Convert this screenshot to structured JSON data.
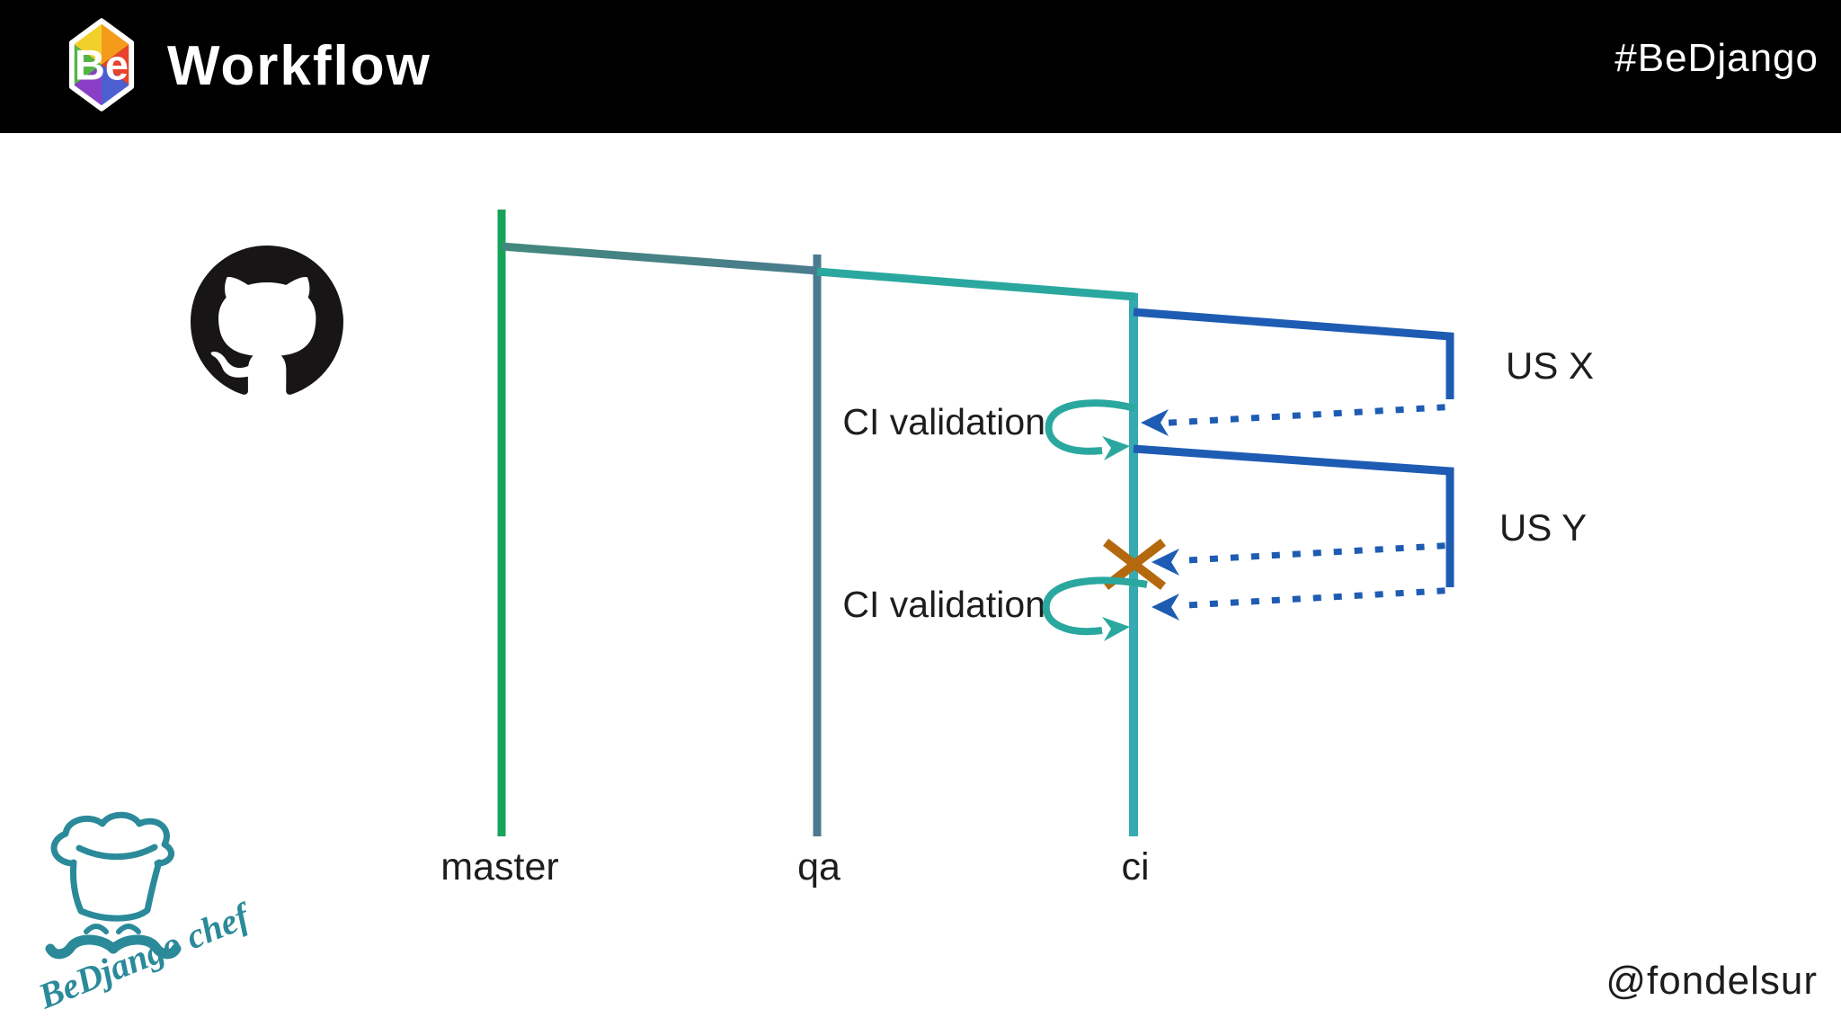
{
  "header": {
    "logo_text": "Be",
    "title": "Workflow",
    "hashtag": "#BeDjango"
  },
  "diagram": {
    "branch_labels": {
      "master": "master",
      "qa": "qa",
      "ci": "ci"
    },
    "feature_labels": {
      "us_x": "US X",
      "us_y": "US Y"
    },
    "annotations": {
      "ci_validation_1": "CI validation",
      "ci_validation_2": "CI validation"
    },
    "icons": [
      "github-octocat-icon",
      "failed-merge-x-icon",
      "retry-loop-arrow-icon",
      "merge-dotted-arrow-icon"
    ]
  },
  "footer": {
    "chef_text": "BeDjango chef",
    "handle": "@fondelsur"
  },
  "theme": {
    "header_bg": "#000000",
    "header_text": "#ffffff",
    "text_dark": "#1d1d1d",
    "master_green": "#18a35b",
    "qa_slate": "#4b7b8f",
    "ci_teal": "#35aab2",
    "merge_teal": "#2aa89f",
    "diag_blend": "#42887d",
    "feature_blue": "#1e5cb3",
    "failed_merge_orange": "#b4690e",
    "github_black": "#171515",
    "chef_teal": "#2b8a9a",
    "logo_c0": "#f2d02a",
    "logo_c1": "#f59b1b",
    "logo_c2": "#e8432c",
    "logo_c3": "#4d5fd0",
    "logo_c4": "#8a3fc6",
    "logo_c5": "#54b546"
  }
}
